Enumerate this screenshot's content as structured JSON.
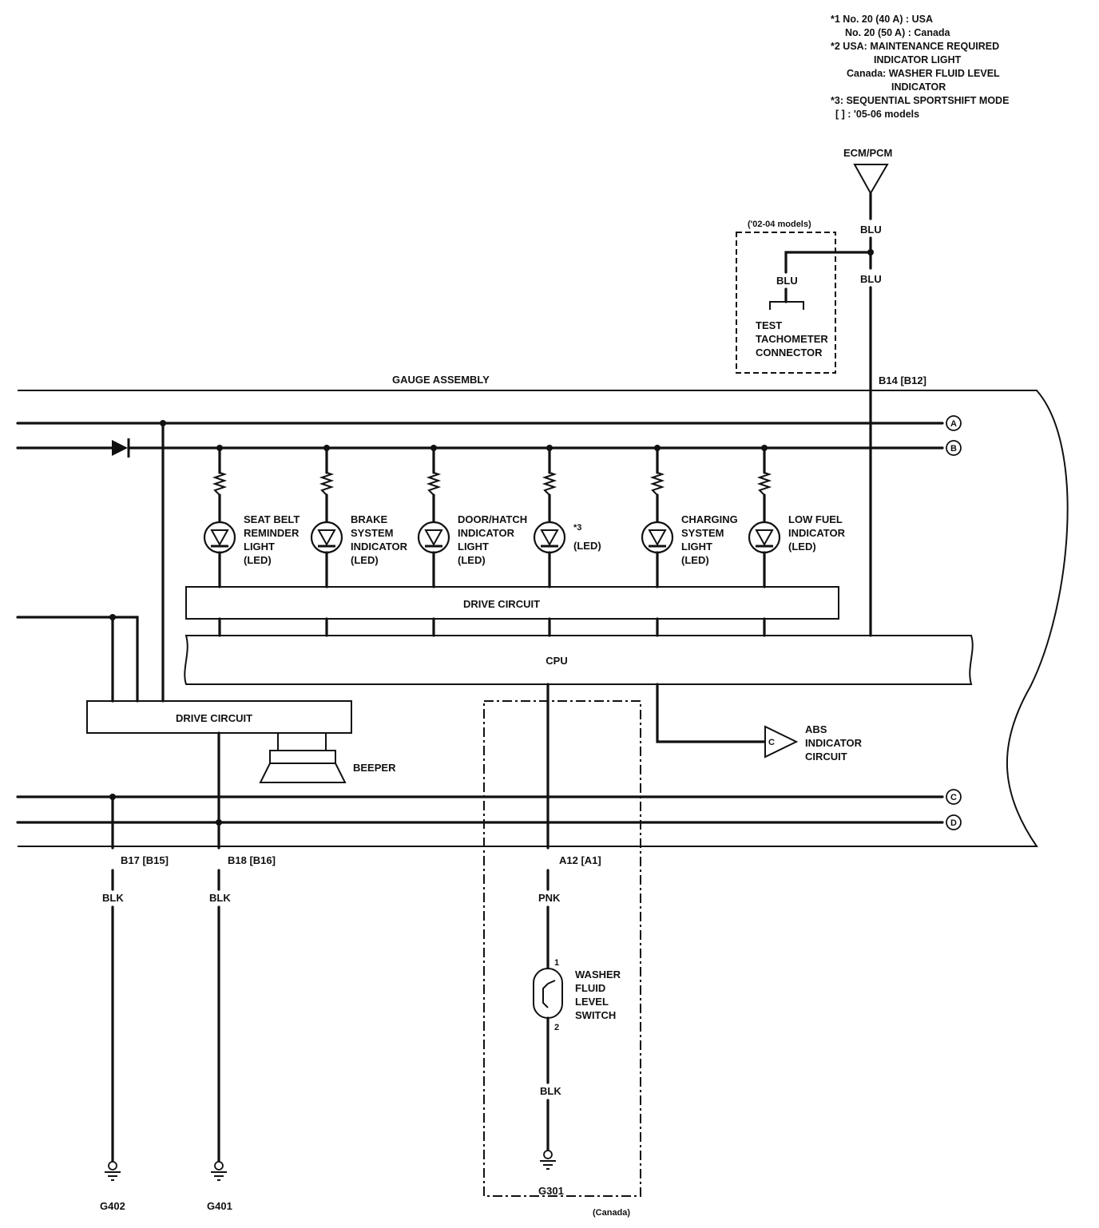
{
  "notes": [
    "*1 No. 20 (40 A) : USA",
    "No. 20 (50 A) : Canada",
    "*2 USA: MAINTENANCE REQUIRED",
    "INDICATOR LIGHT",
    "Canada: WASHER FLUID LEVEL",
    "INDICATOR",
    "*3: SEQUENTIAL SPORTSHIFT MODE",
    "[ ] : '05-06 models"
  ],
  "ecm_label": "ECM/PCM",
  "models_label": "('02-04 models)",
  "blu_labels": [
    "BLU",
    "BLU",
    "BLU"
  ],
  "test_connector": [
    "TEST",
    "TACHOMETER",
    "CONNECTOR"
  ],
  "gauge_assembly": "GAUGE ASSEMBLY",
  "pin_b14": "B14  [B12]",
  "connectors": [
    "A",
    "B",
    "C",
    "D",
    "C"
  ],
  "leds": [
    {
      "lines": [
        "SEAT BELT",
        "REMINDER",
        "LIGHT",
        "(LED)"
      ]
    },
    {
      "lines": [
        "BRAKE",
        "SYSTEM",
        "INDICATOR",
        "(LED)"
      ]
    },
    {
      "lines": [
        "DOOR/HATCH",
        "INDICATOR",
        "LIGHT",
        "(LED)"
      ]
    },
    {
      "lines": [
        "*3",
        "(LED)"
      ]
    },
    {
      "lines": [
        "CHARGING",
        "SYSTEM",
        "LIGHT",
        "(LED)"
      ]
    },
    {
      "lines": [
        "LOW FUEL",
        "INDICATOR",
        "(LED)"
      ]
    }
  ],
  "drive_circuit_top": "DRIVE CIRCUIT",
  "cpu": "CPU",
  "drive_circuit_left": "DRIVE CIRCUIT",
  "beeper": "BEEPER",
  "abs": [
    "ABS",
    "INDICATOR",
    "CIRCUIT"
  ],
  "pins": [
    "B17  [B15]",
    "B18  [B16]",
    "A12  [A1]"
  ],
  "wire_colors": [
    "BLK",
    "BLK",
    "PNK",
    "BLK"
  ],
  "switch": [
    "WASHER",
    "FLUID",
    "LEVEL",
    "SWITCH"
  ],
  "switch_pins": [
    "1",
    "2"
  ],
  "grounds": [
    "G402",
    "G401",
    "G301"
  ],
  "canada": "(Canada)"
}
